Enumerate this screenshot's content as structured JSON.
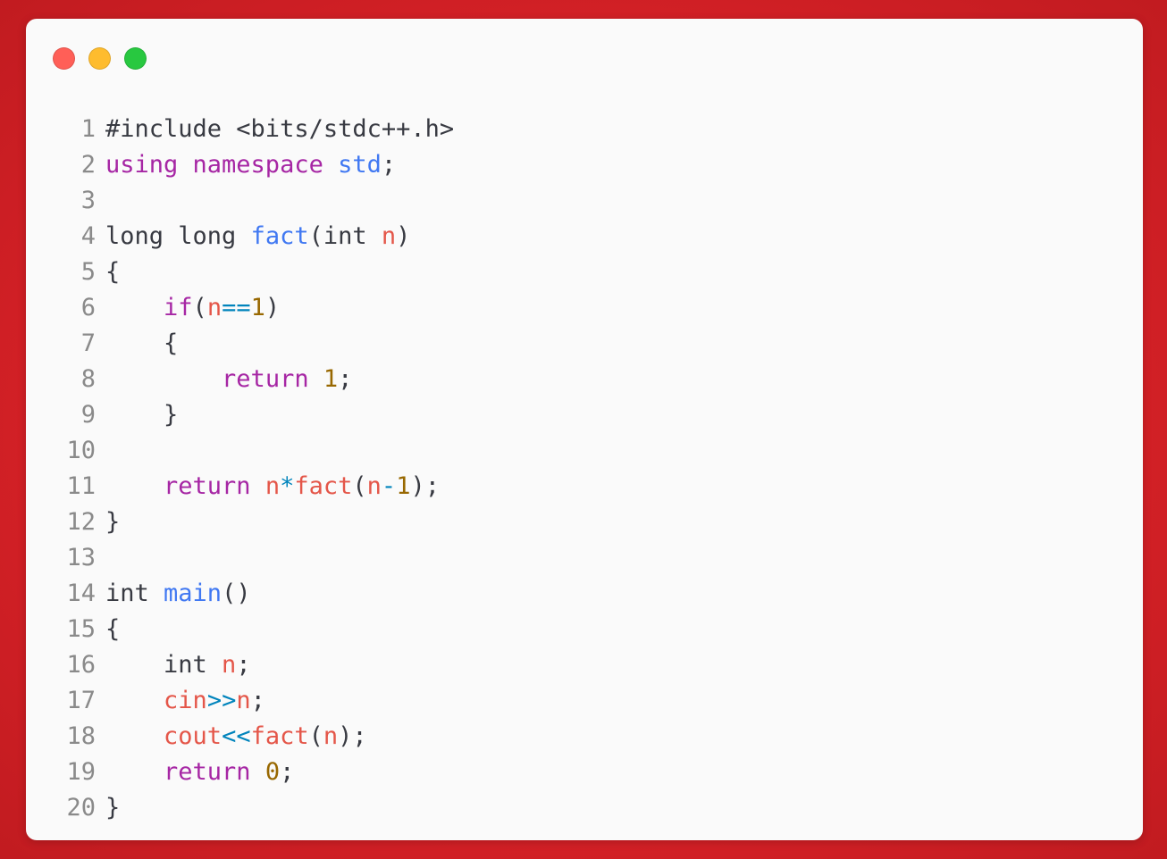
{
  "window": {
    "controls": {
      "close_color": "#ff5f57",
      "minimize_color": "#febc2e",
      "maximize_color": "#28c840"
    }
  },
  "colors": {
    "plain": "#383a42",
    "keyword": "#a626a4",
    "function": "#4078f2",
    "variable": "#e45649",
    "number": "#986801",
    "operator": "#0184bc",
    "line_number": "#8a8a8a"
  },
  "code": {
    "lines": [
      {
        "num": "1",
        "tokens": [
          {
            "t": "#include <bits/stdc++.h>",
            "c": "plain"
          }
        ]
      },
      {
        "num": "2",
        "tokens": [
          {
            "t": "using namespace ",
            "c": "keyword"
          },
          {
            "t": "std",
            "c": "function"
          },
          {
            "t": ";",
            "c": "plain"
          }
        ]
      },
      {
        "num": "3",
        "tokens": []
      },
      {
        "num": "4",
        "tokens": [
          {
            "t": "long long ",
            "c": "plain"
          },
          {
            "t": "fact",
            "c": "function"
          },
          {
            "t": "(int ",
            "c": "plain"
          },
          {
            "t": "n",
            "c": "variable"
          },
          {
            "t": ")",
            "c": "plain"
          }
        ]
      },
      {
        "num": "5",
        "tokens": [
          {
            "t": "{",
            "c": "plain"
          }
        ]
      },
      {
        "num": "6",
        "tokens": [
          {
            "t": "    ",
            "c": "plain"
          },
          {
            "t": "if",
            "c": "keyword"
          },
          {
            "t": "(",
            "c": "plain"
          },
          {
            "t": "n",
            "c": "variable"
          },
          {
            "t": "==",
            "c": "operator"
          },
          {
            "t": "1",
            "c": "number"
          },
          {
            "t": ")",
            "c": "plain"
          }
        ]
      },
      {
        "num": "7",
        "tokens": [
          {
            "t": "    {",
            "c": "plain"
          }
        ]
      },
      {
        "num": "8",
        "tokens": [
          {
            "t": "        ",
            "c": "plain"
          },
          {
            "t": "return ",
            "c": "keyword"
          },
          {
            "t": "1",
            "c": "number"
          },
          {
            "t": ";",
            "c": "plain"
          }
        ]
      },
      {
        "num": "9",
        "tokens": [
          {
            "t": "    }",
            "c": "plain"
          }
        ]
      },
      {
        "num": "10",
        "tokens": []
      },
      {
        "num": "11",
        "tokens": [
          {
            "t": "    ",
            "c": "plain"
          },
          {
            "t": "return ",
            "c": "keyword"
          },
          {
            "t": "n",
            "c": "variable"
          },
          {
            "t": "*",
            "c": "operator"
          },
          {
            "t": "fact",
            "c": "variable"
          },
          {
            "t": "(",
            "c": "plain"
          },
          {
            "t": "n",
            "c": "variable"
          },
          {
            "t": "-",
            "c": "operator"
          },
          {
            "t": "1",
            "c": "number"
          },
          {
            "t": ");",
            "c": "plain"
          }
        ]
      },
      {
        "num": "12",
        "tokens": [
          {
            "t": "}",
            "c": "plain"
          }
        ]
      },
      {
        "num": "13",
        "tokens": []
      },
      {
        "num": "14",
        "tokens": [
          {
            "t": "int ",
            "c": "plain"
          },
          {
            "t": "main",
            "c": "function"
          },
          {
            "t": "()",
            "c": "plain"
          }
        ]
      },
      {
        "num": "15",
        "tokens": [
          {
            "t": "{",
            "c": "plain"
          }
        ]
      },
      {
        "num": "16",
        "tokens": [
          {
            "t": "    int ",
            "c": "plain"
          },
          {
            "t": "n",
            "c": "variable"
          },
          {
            "t": ";",
            "c": "plain"
          }
        ]
      },
      {
        "num": "17",
        "tokens": [
          {
            "t": "    ",
            "c": "plain"
          },
          {
            "t": "cin",
            "c": "variable"
          },
          {
            "t": ">>",
            "c": "operator"
          },
          {
            "t": "n",
            "c": "variable"
          },
          {
            "t": ";",
            "c": "plain"
          }
        ]
      },
      {
        "num": "18",
        "tokens": [
          {
            "t": "    ",
            "c": "plain"
          },
          {
            "t": "cout",
            "c": "variable"
          },
          {
            "t": "<<",
            "c": "operator"
          },
          {
            "t": "fact",
            "c": "variable"
          },
          {
            "t": "(",
            "c": "plain"
          },
          {
            "t": "n",
            "c": "variable"
          },
          {
            "t": ");",
            "c": "plain"
          }
        ]
      },
      {
        "num": "19",
        "tokens": [
          {
            "t": "    ",
            "c": "plain"
          },
          {
            "t": "return ",
            "c": "keyword"
          },
          {
            "t": "0",
            "c": "number"
          },
          {
            "t": ";",
            "c": "plain"
          }
        ]
      },
      {
        "num": "20",
        "tokens": [
          {
            "t": "}",
            "c": "plain"
          }
        ]
      }
    ]
  }
}
